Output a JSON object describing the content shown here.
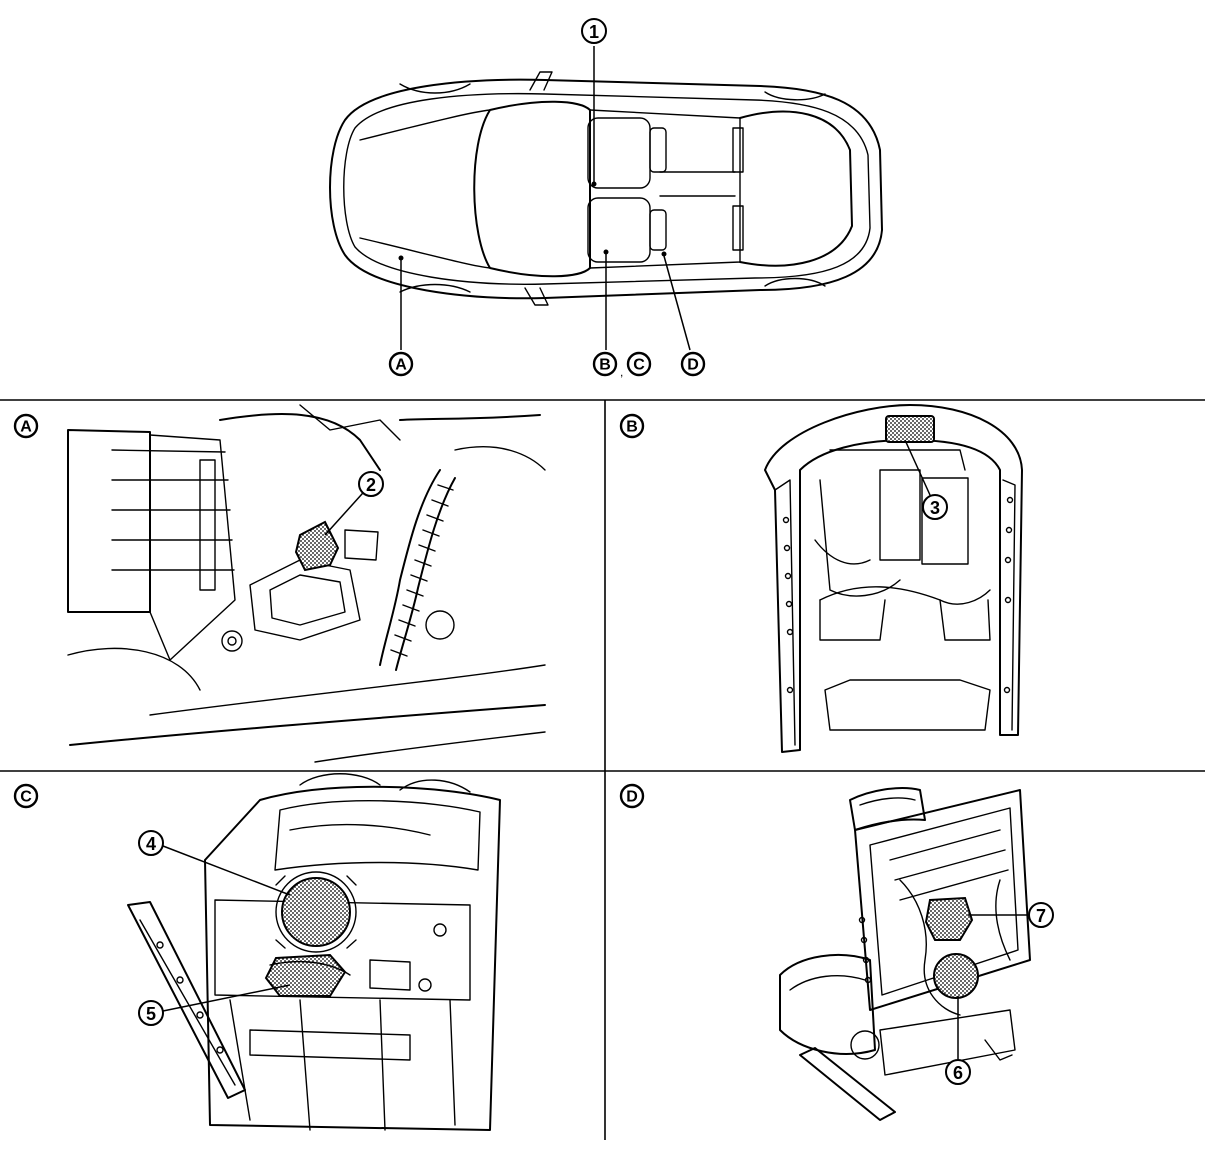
{
  "figure": {
    "callouts": {
      "c1": "1",
      "c2": "2",
      "c3": "3",
      "c4": "4",
      "c5": "5",
      "c6": "6",
      "c7": "7"
    },
    "location_tags": {
      "A": "A",
      "B": "B",
      "C": "C",
      "D": "D"
    },
    "tag_separator": ",",
    "panels": {
      "A": {
        "label": "A"
      },
      "B": {
        "label": "B"
      },
      "C": {
        "label": "C"
      },
      "D": {
        "label": "D"
      }
    }
  }
}
